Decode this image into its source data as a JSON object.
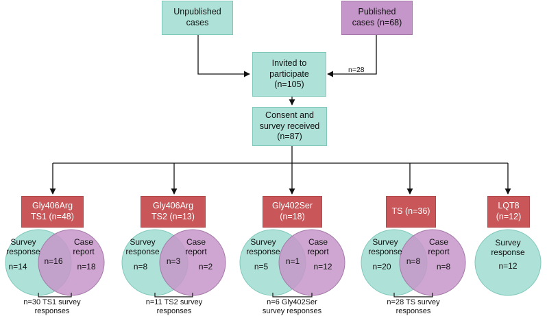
{
  "top": {
    "unpublished": [
      "Unpublished",
      "cases"
    ],
    "published": [
      "Published",
      "cases (n=68)"
    ]
  },
  "invited": [
    "Invited to",
    "participate",
    "(n=105)"
  ],
  "invited_edge_label": "n=28",
  "consent": [
    "Consent and",
    "survey received",
    "(n=87)"
  ],
  "groups": [
    {
      "title": [
        "Gly406Arg",
        "TS1 (n=48)"
      ],
      "survey": [
        "Survey",
        "response"
      ],
      "case": [
        "Case",
        "report"
      ],
      "survey_n": "n=14",
      "overlap_n": "n=16",
      "case_n": "n=18",
      "footer": [
        "n=30 TS1 survey",
        "responses"
      ]
    },
    {
      "title": [
        "Gly406Arg",
        "TS2 (n=13)"
      ],
      "survey": [
        "Survey",
        "response"
      ],
      "case": [
        "Case",
        "report"
      ],
      "survey_n": "n=8",
      "overlap_n": "n=3",
      "case_n": "n=2",
      "footer": [
        "n=11 TS2 survey",
        "responses"
      ]
    },
    {
      "title": [
        "Gly402Ser",
        "(n=18)"
      ],
      "survey": [
        "Survey",
        "response"
      ],
      "case": [
        "Case",
        "report"
      ],
      "survey_n": "n=5",
      "overlap_n": "n=1",
      "case_n": "n=12",
      "footer": [
        "n=6 Gly402Ser",
        "survey responses"
      ]
    },
    {
      "title": [
        "TS (n=36)"
      ],
      "survey": [
        "Survey",
        "response"
      ],
      "case": [
        "Case",
        "report"
      ],
      "survey_n": "n=20",
      "overlap_n": "n=8",
      "case_n": "n=8",
      "footer": [
        "n=28 TS survey",
        "responses"
      ]
    },
    {
      "title": [
        "LQT8",
        "(n=12)"
      ],
      "survey": [
        "Survey",
        "response"
      ],
      "survey_n": "n=12"
    }
  ],
  "colors": {
    "teal_fill": "#aee2d8",
    "purple_fill": "#c596c9",
    "red_fill": "#c95659",
    "overlap_fill": "#b9a9cc"
  }
}
